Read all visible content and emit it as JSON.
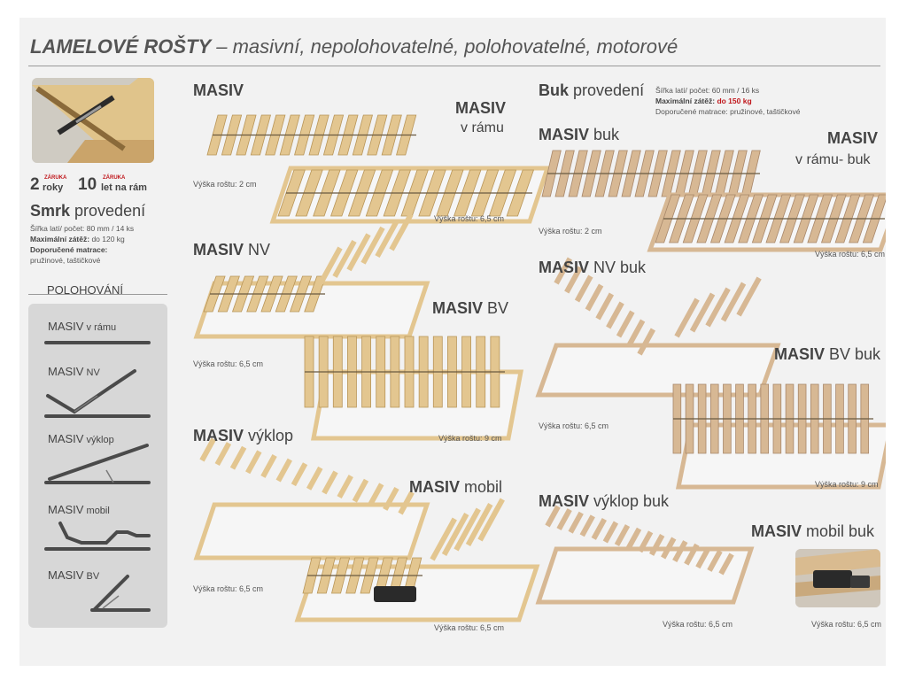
{
  "header": {
    "title_bold": "LAMELOVÉ ROŠTY",
    "title_rest": " – masivní, nepolohovatelné, polohovatelné, motorové"
  },
  "left": {
    "warranty_2_num": "2",
    "warranty_2_top": "ZÁRUKA",
    "warranty_2_unit": "roky",
    "warranty_10_num": "10",
    "warranty_10_top": "ZÁRUKA",
    "warranty_10_unit": "let na rám",
    "smrk_bold": "Smrk",
    "smrk_rest": " provedení",
    "spec_1": "Šířka latí/ počet: 80 mm / 14 ks",
    "spec_2_label": "Maximální zátěž:",
    "spec_2_value": " do 120 kg",
    "spec_3_label": "Doporučené matrace:",
    "spec_3_value": "pružinové, taštičkové",
    "positions_title": "POLOHOVÁNÍ",
    "positions": [
      {
        "bold": "MASIV",
        "rest": " v rámu"
      },
      {
        "bold": "MASIV",
        "rest": " NV"
      },
      {
        "bold": "MASIV",
        "rest": " výklop"
      },
      {
        "bold": "MASIV",
        "rest": " mobil"
      },
      {
        "bold": "MASIV",
        "rest": " BV"
      }
    ]
  },
  "products_left": {
    "masiv": {
      "bold": "MASIV",
      "height": "Výška roštu: 2 cm"
    },
    "masiv_ram": {
      "bold": "MASIV",
      "rest": "v rámu",
      "height": "Výška roštu: 6,5 cm"
    },
    "masiv_nv": {
      "bold": "MASIV",
      "rest": " NV",
      "height": "Výška roštu: 6,5 cm"
    },
    "masiv_bv": {
      "bold": "MASIV",
      "rest": " BV",
      "height": "Výška roštu:  9 cm"
    },
    "masiv_vyklop": {
      "bold": "MASIV",
      "rest": " výklop",
      "height": "Výška roštu: 6,5 cm"
    },
    "masiv_mobil": {
      "bold": "MASIV",
      "rest": " mobil",
      "height": "Výška roštu: 6,5 cm"
    }
  },
  "products_right": {
    "buk_bold": "Buk",
    "buk_rest": " provedení",
    "buk_spec_1": "Šířka latí/ počet: 60 mm / 16 ks",
    "buk_spec_2_label": "Maximální zátěž:",
    "buk_spec_2_value": " do 150 kg",
    "buk_spec_3": "Doporučené matrace: pružinové, taštičkové",
    "masiv_buk": {
      "bold": "MASIV",
      "rest": " buk",
      "height": "Výška roštu:  2 cm"
    },
    "masiv_ram_buk": {
      "bold": "MASIV",
      "rest": "v rámu- buk",
      "height": "Výška roštu: 6,5 cm"
    },
    "masiv_nv_buk": {
      "bold": "MASIV",
      "rest": " NV buk"
    },
    "masiv_bv_buk": {
      "bold": "MASIV",
      "rest": " BV buk",
      "height": "Výška roštu: 9 cm"
    },
    "masiv_nv_buk_height": "Výška roštu: 6,5 cm",
    "masiv_vyklop_buk": {
      "bold": "MASIV",
      "rest": " výklop buk",
      "height": "Výška roštu: 6,5 cm"
    },
    "masiv_mobil_buk": {
      "bold": "MASIV",
      "rest": " mobil buk",
      "height": "Výška roštu: 6,5 cm"
    }
  },
  "colors": {
    "pine": "#e3c690",
    "pine_dark": "#b89558",
    "beech": "#d7b894",
    "beech_dark": "#a8876a",
    "accent_red": "#c0171c",
    "panel_bg": "#d7d7d7"
  }
}
